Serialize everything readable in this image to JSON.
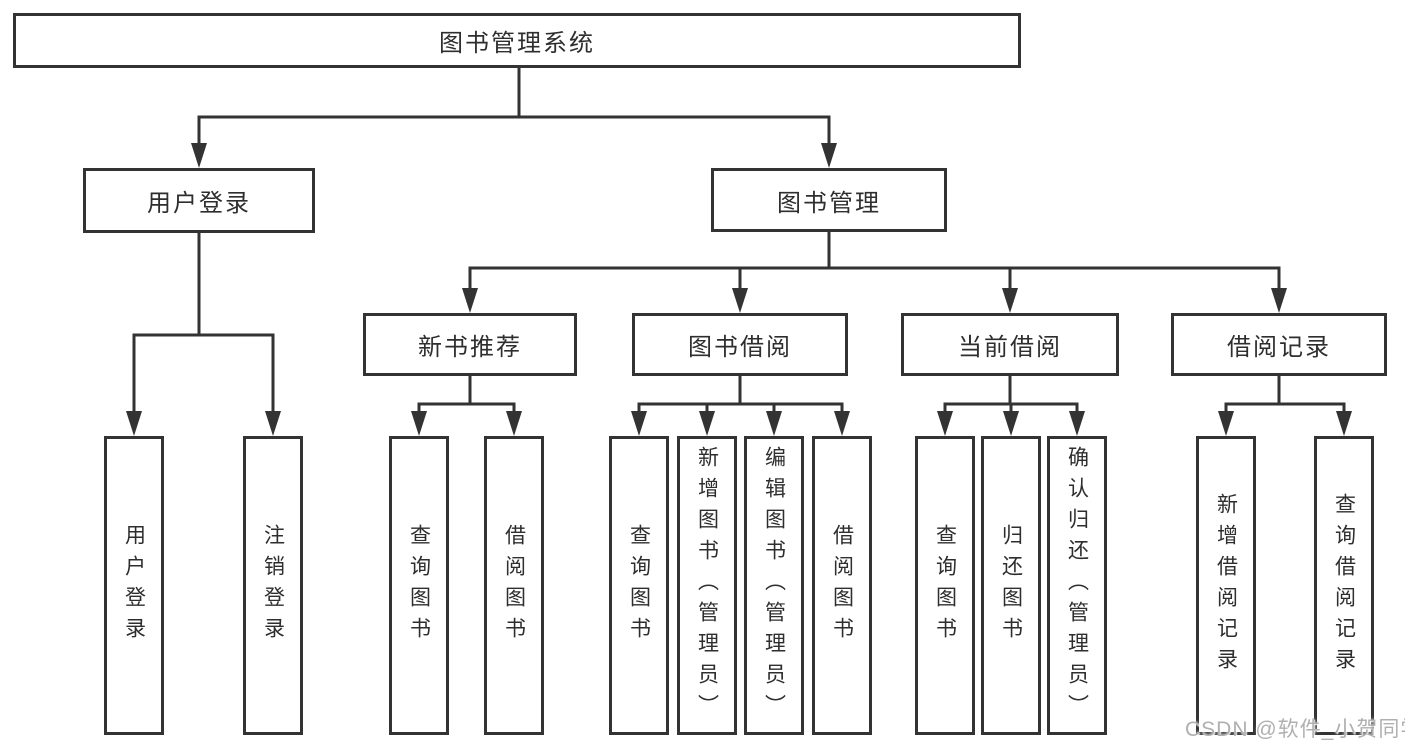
{
  "diagram": {
    "root": {
      "label": "图书管理系统"
    },
    "level1": [
      {
        "label": "用户登录",
        "children": [
          {
            "label": "用户登录"
          },
          {
            "label": "注销登录"
          }
        ]
      },
      {
        "label": "图书管理",
        "children": [
          {
            "label": "新书推荐",
            "children": [
              {
                "label": "查询图书"
              },
              {
                "label": "借阅图书"
              }
            ]
          },
          {
            "label": "图书借阅",
            "children": [
              {
                "label": "查询图书"
              },
              {
                "label": "新增图书（管理员）"
              },
              {
                "label": "编辑图书（管理员）"
              },
              {
                "label": "借阅图书"
              }
            ]
          },
          {
            "label": "当前借阅",
            "children": [
              {
                "label": "查询图书"
              },
              {
                "label": "归还图书"
              },
              {
                "label": "确认归还（管理员）"
              }
            ]
          },
          {
            "label": "借阅记录",
            "children": [
              {
                "label": "新增借阅记录"
              },
              {
                "label": "查询借阅记录"
              }
            ]
          }
        ]
      }
    ]
  },
  "watermark": {
    "text": "CSDN @软件_小贺同学"
  },
  "colors": {
    "line": "#333333",
    "text": "#2e2e2e",
    "box_background": "#ffffff",
    "watermark": "#b0b0b0"
  }
}
